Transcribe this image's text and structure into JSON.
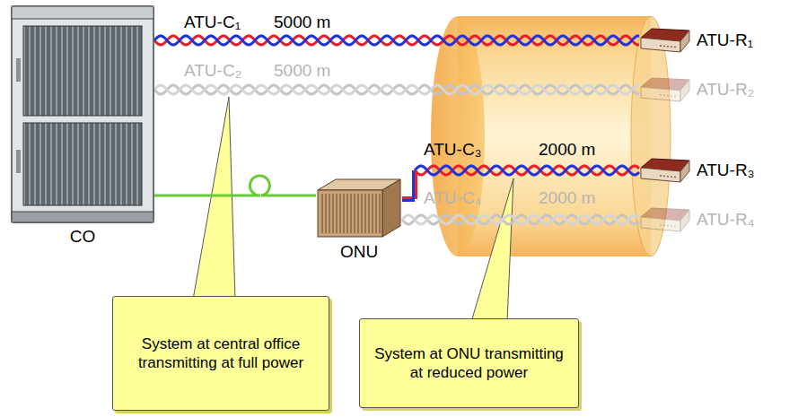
{
  "diagram": {
    "nodes": [
      {
        "text": [
          "CO"
        ]
      },
      {
        "text": [
          "ONU"
        ]
      },
      {
        "text": [
          "ATU-R₁"
        ]
      },
      {
        "text": [
          "ATU-R₂"
        ]
      },
      {
        "text": [
          "ATU-R₃"
        ]
      },
      {
        "text": [
          "ATU-R₄"
        ]
      },
      {
        "text": [
          "System at central office transmitting at full power"
        ]
      },
      {
        "text": [
          "System at ONU transmitting at reduced power"
        ]
      }
    ],
    "edges": [
      {
        "from": 0,
        "to": 2,
        "label": "5000 m",
        "arrow": "none"
      },
      {
        "from": 0,
        "to": 3,
        "label": "5000 m",
        "arrow": "none"
      },
      {
        "from": 0,
        "to": 1,
        "arrow": "none"
      },
      {
        "from": 1,
        "to": 4,
        "label": "2000 m",
        "arrow": "none"
      },
      {
        "from": 1,
        "to": 5,
        "label": "2000 m",
        "arrow": "none"
      }
    ],
    "labels": [
      "ATU-C₁",
      "ATU-C₂",
      "ATU-C₃",
      "ATU-C₄"
    ]
  }
}
